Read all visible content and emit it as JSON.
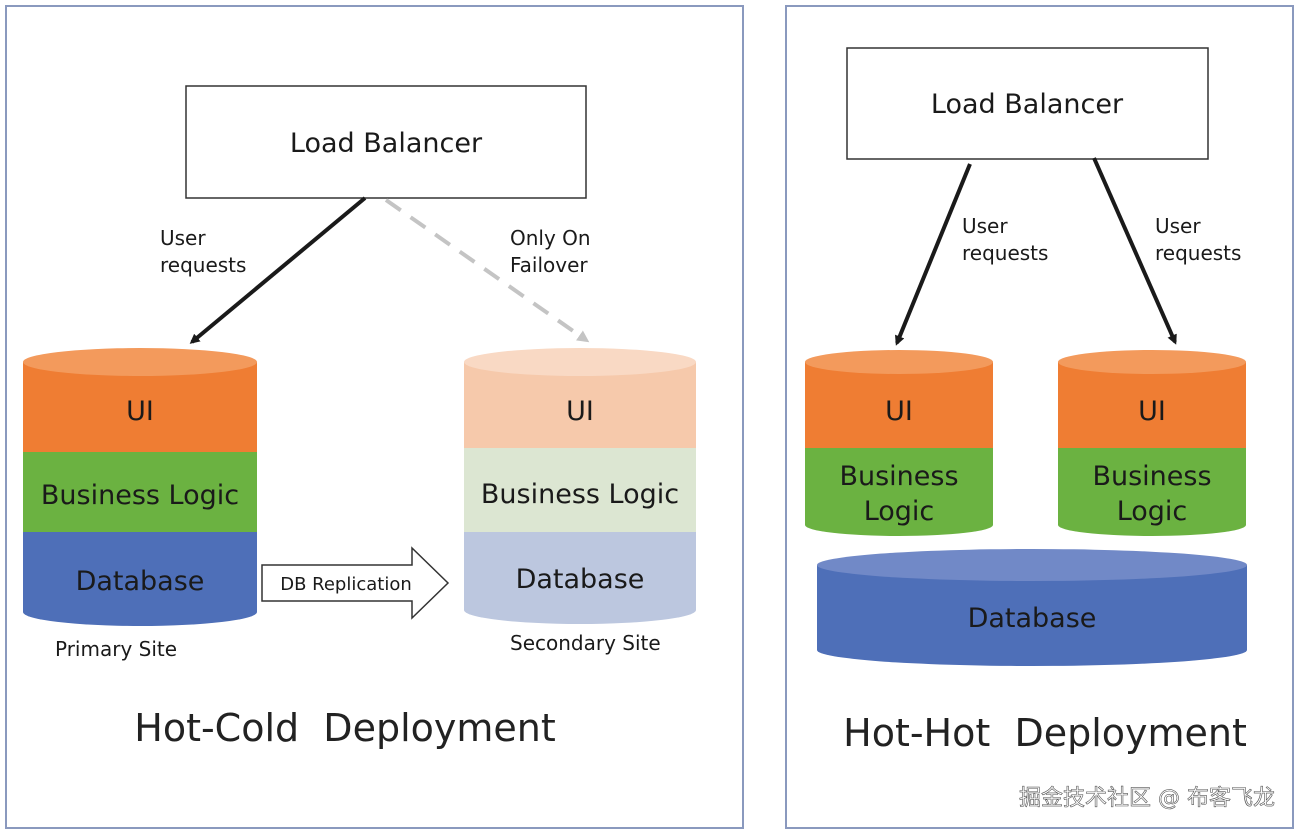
{
  "colors": {
    "ui": "#EF7D33",
    "ui_faded": "#F6C9AB",
    "business": "#6BB241",
    "business_faded": "#DCE6D2",
    "database": "#4E6FB8",
    "database_faded": "#BCC7DF",
    "panel_border": "#8A99BE",
    "arrow": "#1a1a1a",
    "arrow_dashed": "#c4c4c4"
  },
  "hot_cold": {
    "title": "Hot-Cold  Deployment",
    "load_balancer": "Load Balancer",
    "user_requests": [
      "User",
      "requests"
    ],
    "failover": [
      "Only On",
      "Failover"
    ],
    "primary": {
      "ui": "UI",
      "business": "Business Logic",
      "database": "Database",
      "label": "Primary Site"
    },
    "secondary": {
      "ui": "UI",
      "business": "Business Logic",
      "database": "Database",
      "label": "Secondary Site"
    },
    "replication": "DB Replication"
  },
  "hot_hot": {
    "title": "Hot-Hot  Deployment",
    "load_balancer": "Load Balancer",
    "user_requests_left": [
      "User",
      "requests"
    ],
    "user_requests_right": [
      "User",
      "requests"
    ],
    "left": {
      "ui": "UI",
      "business": [
        "Business",
        "Logic"
      ]
    },
    "right": {
      "ui": "UI",
      "business": [
        "Business",
        "Logic"
      ]
    },
    "database": "Database"
  },
  "watermark": "掘金技术社区 @ 布客飞龙"
}
